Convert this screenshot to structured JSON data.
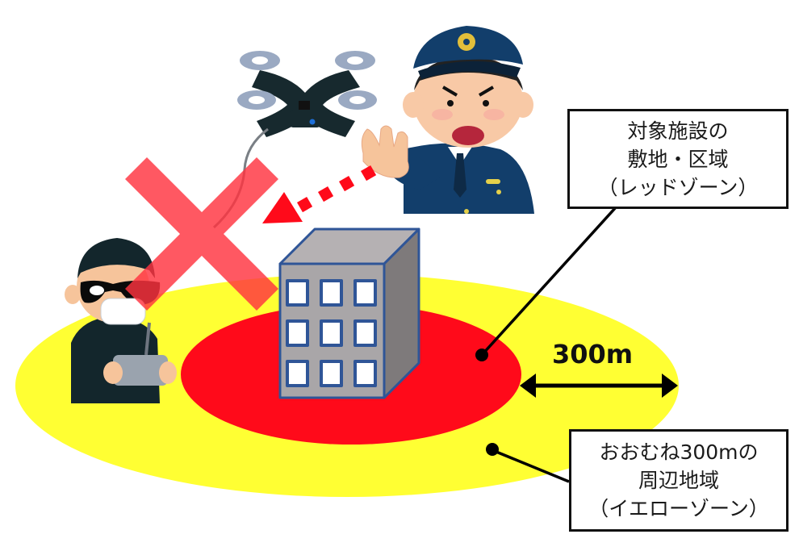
{
  "diagram": {
    "subject": "Drone flight restriction zones around a target facility",
    "colors": {
      "yellow_zone": "#FFFF33",
      "red_zone": "#FF0A1A",
      "building_front": "#A9A6A8",
      "building_top": "#B5B1B3",
      "building_side": "#7E7A7B",
      "building_outline": "#2F5597",
      "prohibition_x": "#FF3340",
      "dashed_arrow": "#FF0A1A",
      "police_uniform": "#123E6B",
      "operator_clothing": "#13262C",
      "drone_body": "#17292E",
      "drone_rotor": "#9AA9C2",
      "callout_border": "#111111",
      "leader_line": "#000000"
    },
    "red_zone_callout": {
      "lines": [
        "対象施設の",
        "敷地・区域",
        "（レッドゾーン）"
      ]
    },
    "yellow_zone_callout": {
      "lines": [
        "おおむね300mの",
        "周辺地域",
        "（イエローゾーン）"
      ]
    },
    "distance": {
      "label": "300m"
    },
    "figures": {
      "drone": "drone-icon",
      "police_officer": "police-officer-stop-gesture",
      "operator": "masked-drone-operator-with-controller",
      "building": "target-facility-building",
      "prohibition_mark": "red-x-mark",
      "warning_arrow": "dashed-red-arrow"
    }
  }
}
